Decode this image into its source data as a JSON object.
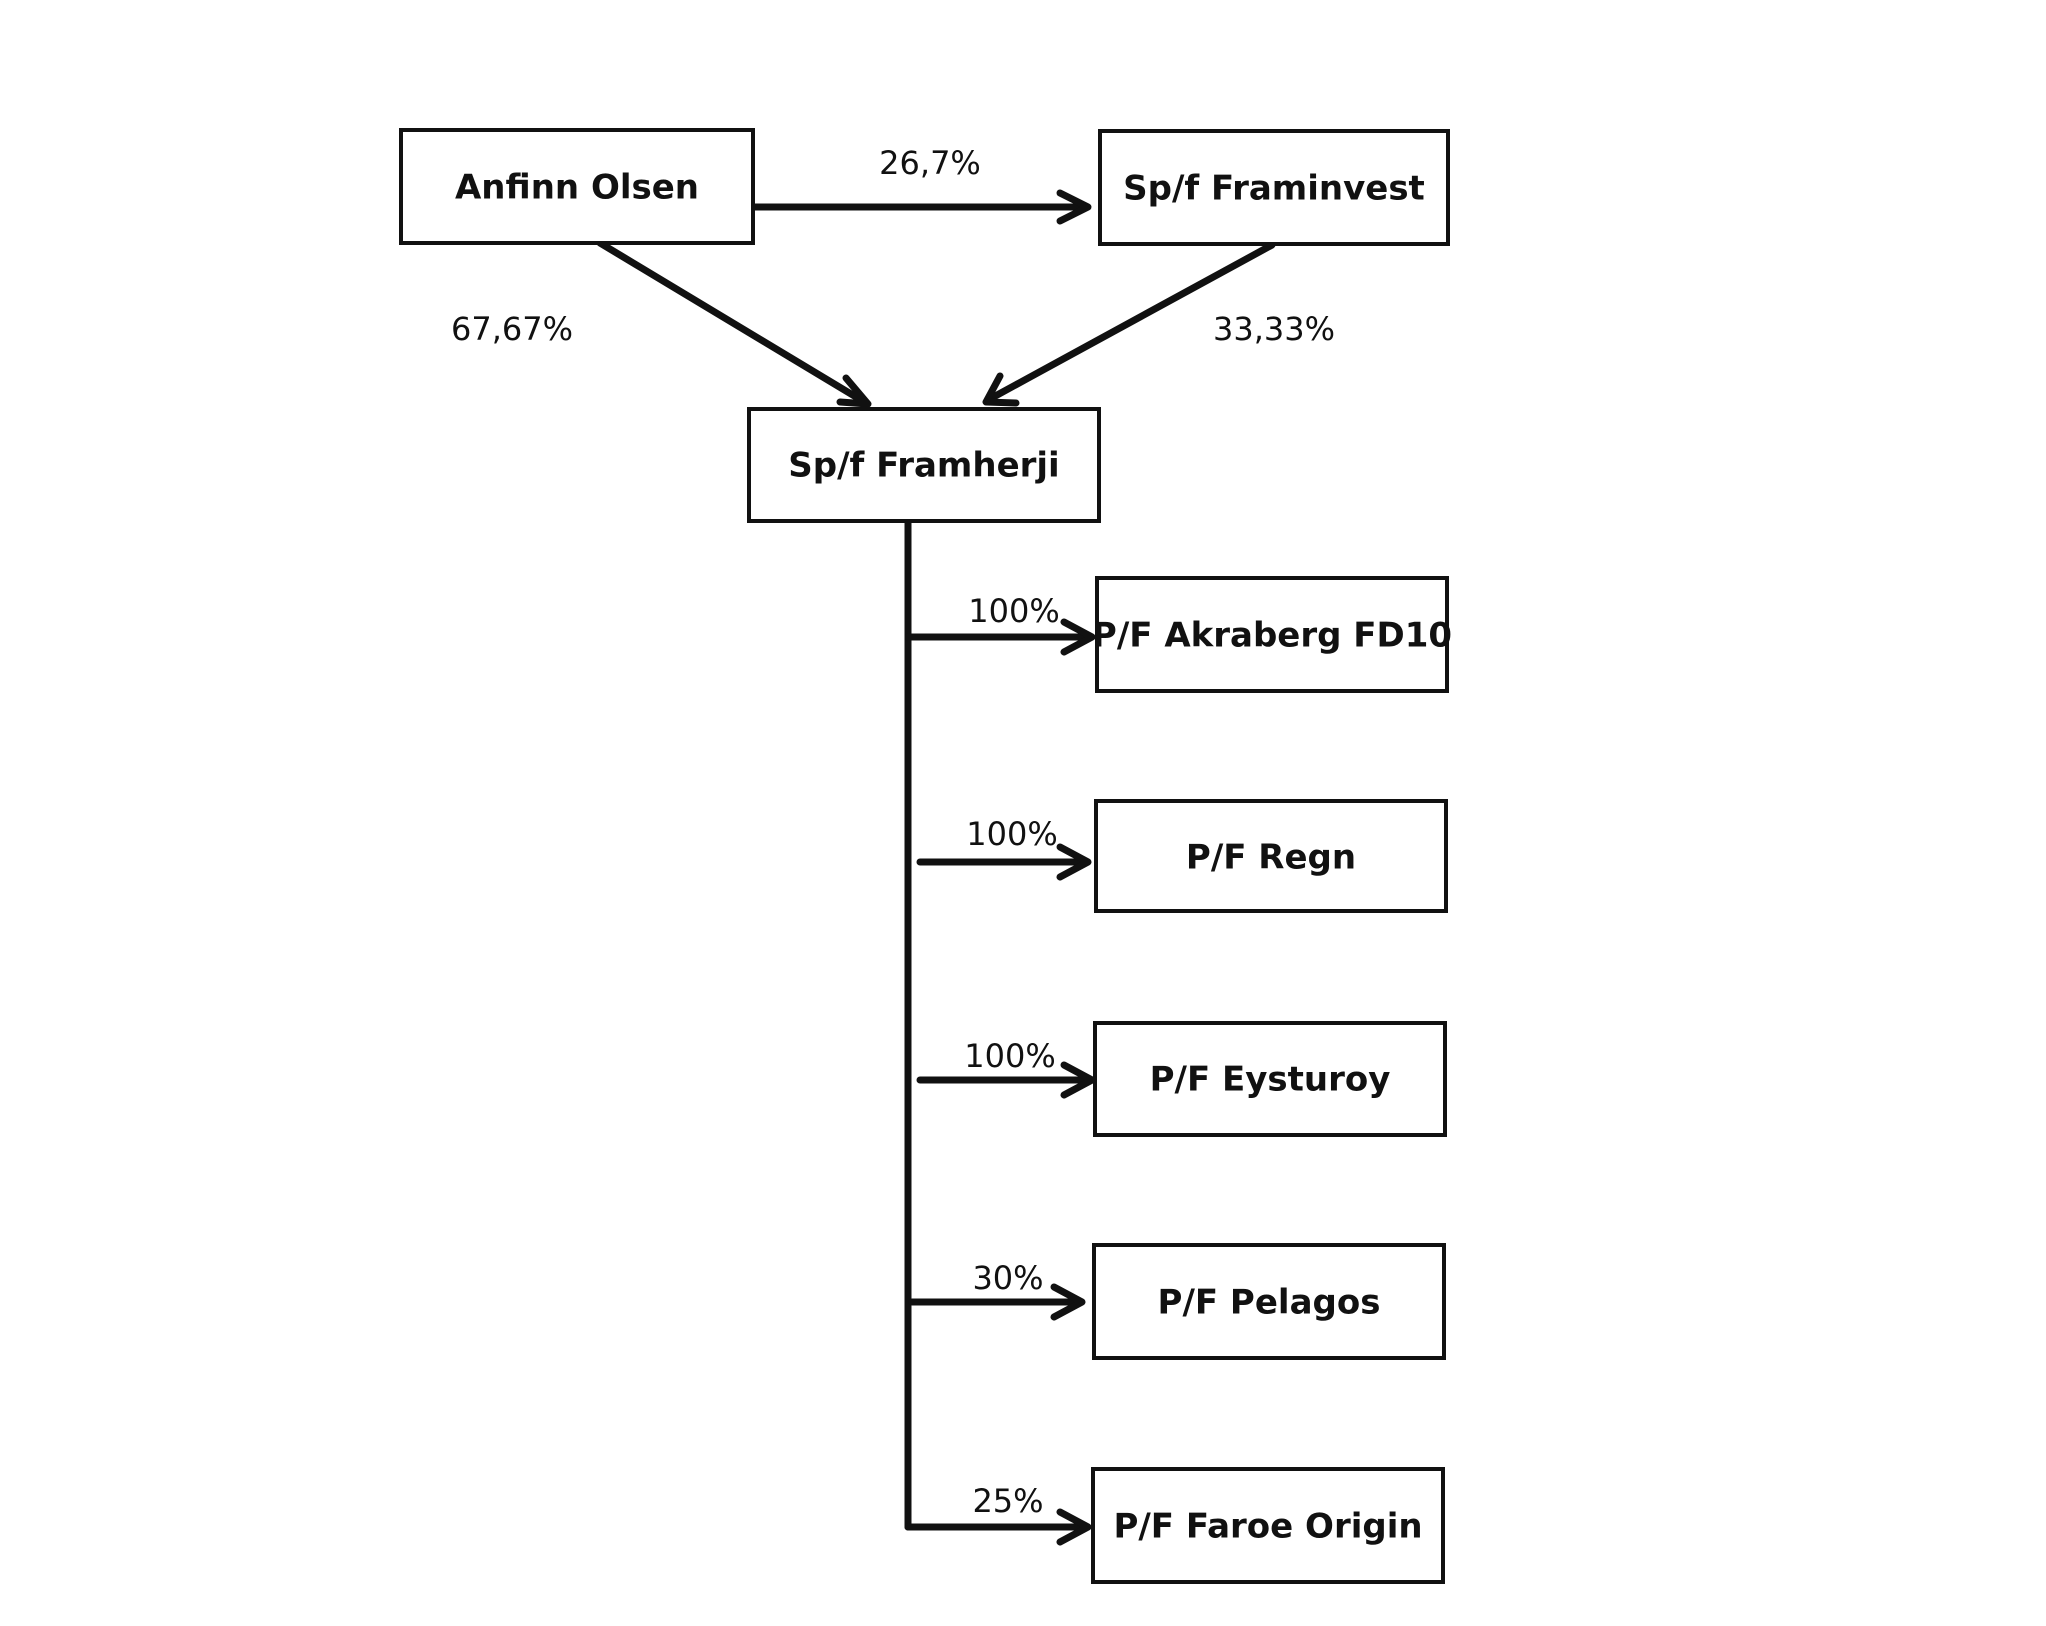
{
  "nodes": {
    "anfinn_olsen": "Anfinn Olsen",
    "framinvest": "Sp/f Framinvest",
    "framherji": "Sp/f Framherji",
    "akraberg": "P/F Akraberg FD10",
    "regn": "P/F Regn",
    "eysturoy": "P/F Eysturoy",
    "pelagos": "P/F Pelagos",
    "faroe_origin": "P/F Faroe Origin"
  },
  "ownership": {
    "anfinn_to_framinvest": "26,7%",
    "anfinn_to_framherji": "67,67%",
    "framinvest_to_framherji": "33,33%",
    "framherji_to_akraberg": "100%",
    "framherji_to_regn": "100%",
    "framherji_to_eysturoy": "100%",
    "framherji_to_pelagos": "30%",
    "framherji_to_faroe_origin": "25%"
  },
  "colors": {
    "line": "#111111",
    "box_fill": "#ffffff",
    "background": "#ffffff"
  }
}
